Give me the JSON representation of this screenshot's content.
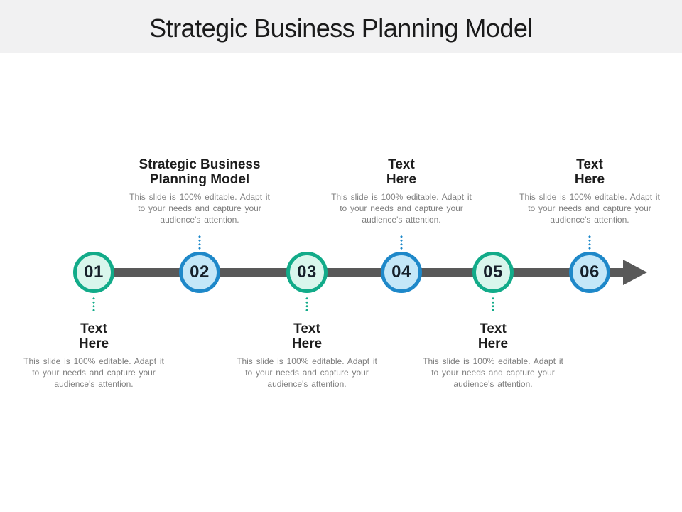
{
  "slide": {
    "title": "Strategic Business Planning Model"
  },
  "colors": {
    "title_band_bg": "#f1f1f2",
    "title_text": "#1a1a1a",
    "timeline_line": "#595959",
    "heading_text": "#1c1c1c",
    "body_text": "#7f7f7f",
    "number_text": "#16202a",
    "green_ring": "#12ab89",
    "green_fill": "#d9f6ec",
    "blue_ring": "#1e88c9",
    "blue_fill": "#c4e7f8"
  },
  "milestones": [
    {
      "number": "01",
      "scheme": "green",
      "text_position": "below",
      "heading_line1": "Text",
      "heading_line2": "Here",
      "body": "This slide is 100% editable. Adapt it to your needs and capture your audience's attention."
    },
    {
      "number": "02",
      "scheme": "blue",
      "text_position": "above",
      "heading_line1": "Strategic Business",
      "heading_line2": "Planning Model",
      "body": "This slide is 100% editable. Adapt it to your needs and capture your audience's attention."
    },
    {
      "number": "03",
      "scheme": "green",
      "text_position": "below",
      "heading_line1": "Text",
      "heading_line2": "Here",
      "body": "This slide is 100% editable. Adapt it to your needs and capture your audience's attention."
    },
    {
      "number": "04",
      "scheme": "blue",
      "text_position": "above",
      "heading_line1": "Text",
      "heading_line2": "Here",
      "body": "This slide is 100% editable. Adapt it to your needs and capture your audience's attention."
    },
    {
      "number": "05",
      "scheme": "green",
      "text_position": "below",
      "heading_line1": "Text",
      "heading_line2": "Here",
      "body": "This slide is 100% editable. Adapt it to your needs and capture your audience's attention."
    },
    {
      "number": "06",
      "scheme": "blue",
      "text_position": "above",
      "heading_line1": "Text",
      "heading_line2": "Here",
      "body": "This slide is 100% editable. Adapt it to your needs and capture your audience's attention."
    }
  ]
}
